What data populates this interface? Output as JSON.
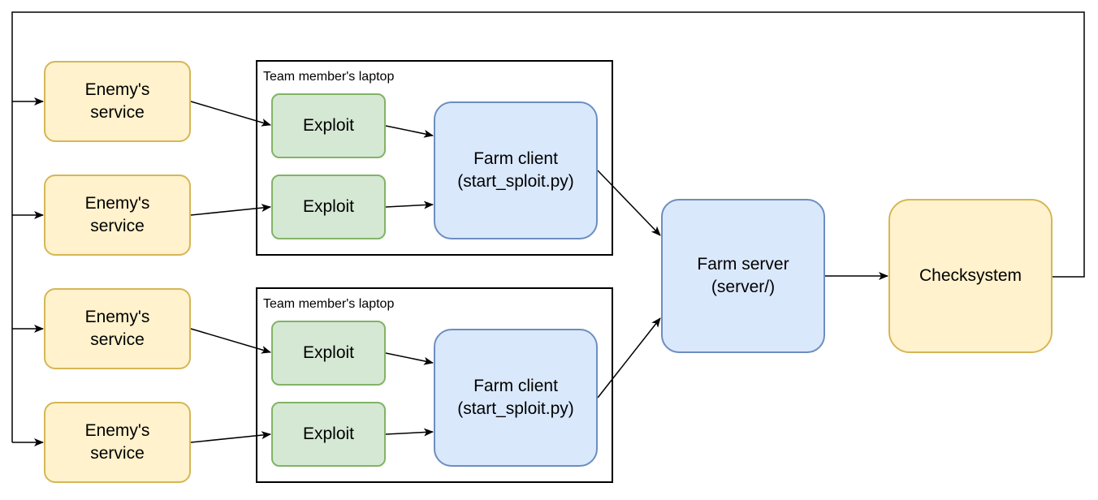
{
  "laptops": [
    {
      "label": "Team member's laptop"
    },
    {
      "label": "Team member's laptop"
    }
  ],
  "enemies": [
    {
      "label": "Enemy's\nservice"
    },
    {
      "label": "Enemy's\nservice"
    },
    {
      "label": "Enemy's\nservice"
    },
    {
      "label": "Enemy's\nservice"
    }
  ],
  "exploits": [
    {
      "label": "Exploit"
    },
    {
      "label": "Exploit"
    },
    {
      "label": "Exploit"
    },
    {
      "label": "Exploit"
    }
  ],
  "clients": [
    {
      "label": "Farm client\n(start_sploit.py)"
    },
    {
      "label": "Farm client\n(start_sploit.py)"
    }
  ],
  "server": {
    "label": "Farm server\n(server/)"
  },
  "checksystem": {
    "label": "Checksystem"
  },
  "colors": {
    "enemy_fill": "#fff2cc",
    "enemy_stroke": "#d6b656",
    "exploit_fill": "#d5e8d4",
    "exploit_stroke": "#82b366",
    "client_fill": "#dae8fc",
    "client_stroke": "#6c8ebf"
  }
}
